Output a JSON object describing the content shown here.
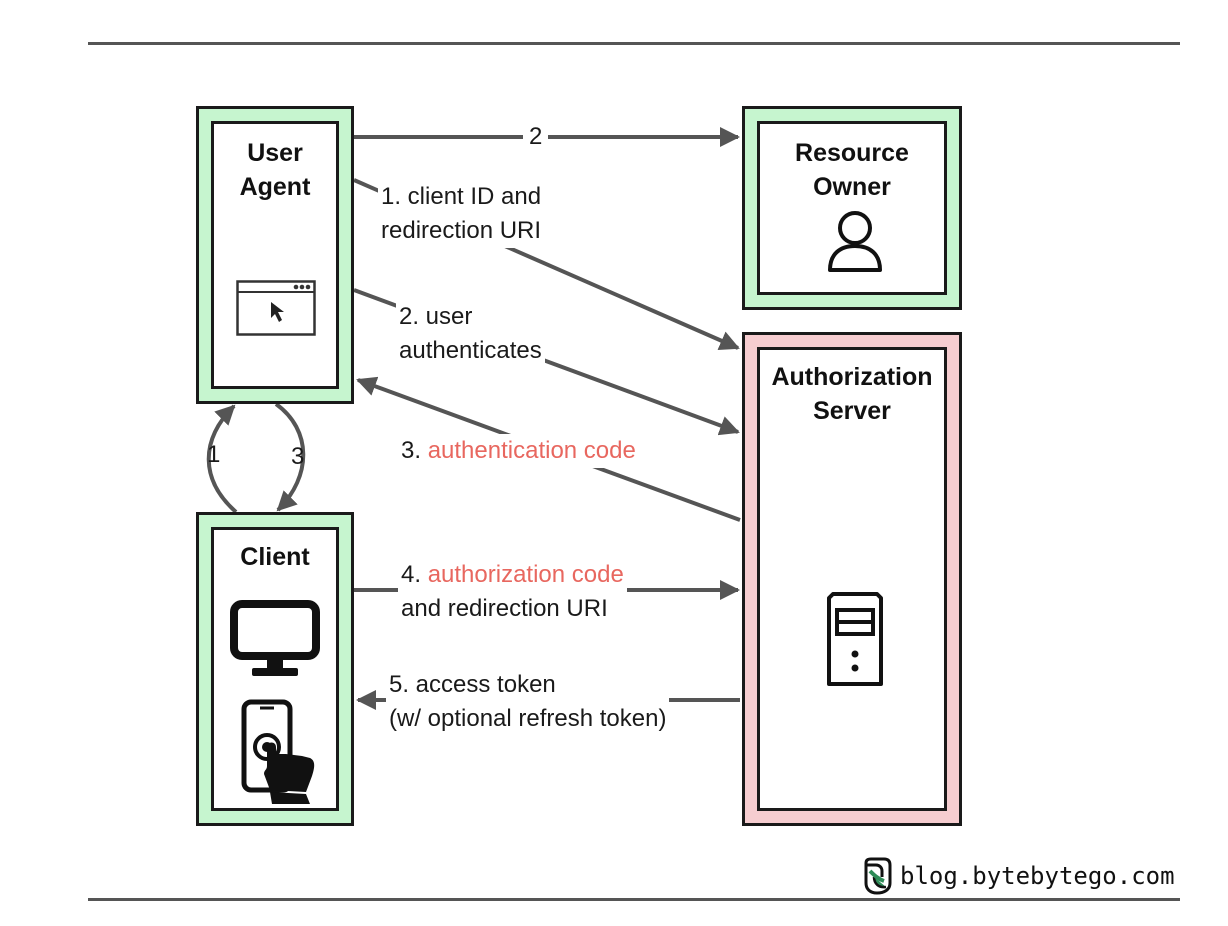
{
  "nodes": {
    "user_agent": {
      "line1": "User",
      "line2": "Agent",
      "icon": "browser-window-icon"
    },
    "resource_owner": {
      "line1": "Resource",
      "line2": "Owner",
      "icon": "person-icon"
    },
    "authorization_server": {
      "line1": "Authorization",
      "line2": "Server",
      "icon": "server-tower-icon"
    },
    "client": {
      "line1": "Client",
      "icons": [
        "monitor-icon",
        "smartphone-tap-icon"
      ]
    }
  },
  "edges": {
    "ua_to_owner": {
      "label": "2"
    },
    "ua_to_auth_1": {
      "line1": "1. client ID and",
      "line2": "redirection URI"
    },
    "ua_to_auth_2": {
      "line1": "2. user",
      "line2": "authenticates"
    },
    "auth_to_ua_3": {
      "prefix": "3. ",
      "highlight": "authentication code"
    },
    "client_to_auth_4": {
      "prefix": "4. ",
      "highlight": "authorization code",
      "line2": "and redirection URI"
    },
    "auth_to_client_5": {
      "line1": "5. access token",
      "line2": "(w/ optional refresh token)"
    },
    "client_ua_loop": {
      "left_label": "1",
      "right_label": "3"
    }
  },
  "footer": {
    "brand": "blog.bytebytego.com",
    "logo_icon": "bytebytego-logo-icon"
  },
  "colors": {
    "green_fill": "#c6f5cf",
    "pink_fill": "#f6cdd0",
    "highlight_red": "#e8675f",
    "arrow_gray": "#555555"
  }
}
